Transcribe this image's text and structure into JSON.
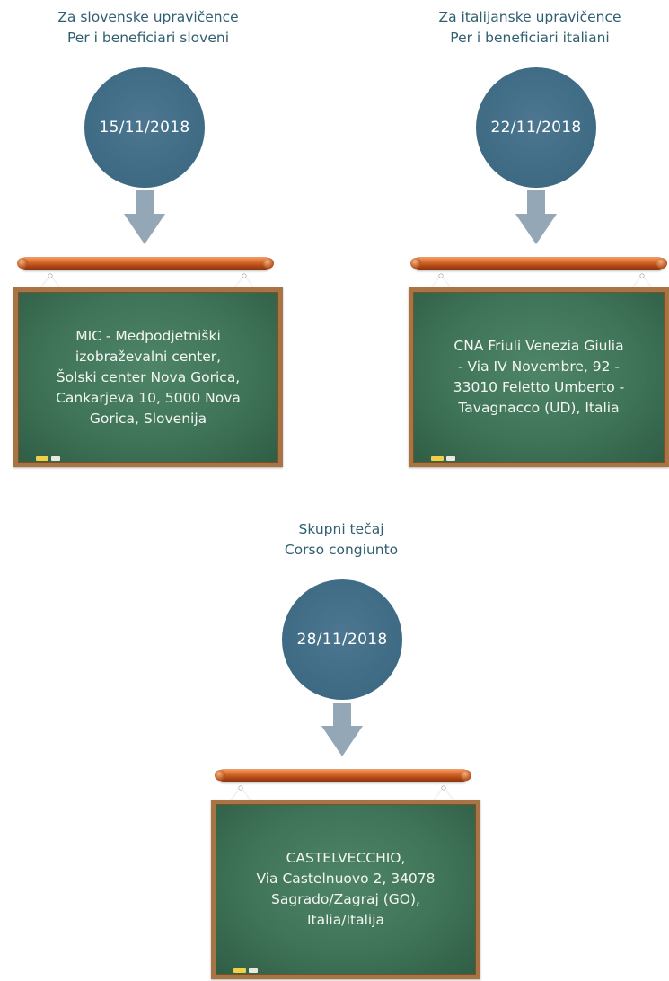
{
  "sessions": [
    {
      "heading_lines": [
        "Za slovenske upravičence",
        "Per i beneficiari sloveni"
      ],
      "date": "15/11/2018",
      "address_lines": [
        "MIC - Medpodjetniški",
        "izobraževalni center,",
        "Šolski center Nova Gorica,",
        "Cankarjeva 10, 5000 Nova",
        "Gorica, Slovenija"
      ]
    },
    {
      "heading_lines": [
        "Za italijanske  upravičence",
        "Per i beneficiari italiani"
      ],
      "date": "22/11/2018",
      "address_lines": [
        "CNA Friuli Venezia Giulia",
        "- Via IV Novembre, 92 -",
        "33010 Feletto Umberto -",
        "Tavagnacco (UD), Italia"
      ]
    },
    {
      "heading_lines": [
        "Skupni tečaj",
        "Corso congiunto"
      ],
      "date": "28/11/2018",
      "address_lines": [
        "CASTELVECCHIO,",
        "Via Castelnuovo 2, 34078",
        "Sagrado/Zagraj (GO),",
        "Italia/Italija"
      ]
    }
  ],
  "colors": {
    "heading_text": "#2f5f70",
    "circle": "#3e6a84",
    "arrow": "#93a7b6",
    "board": "#3f7458",
    "board_frame": "#a87443",
    "rod": "#dd6f30"
  },
  "icons": [
    "down-arrow-icon",
    "chalkboard-hanger-icon",
    "chalk-icon"
  ]
}
